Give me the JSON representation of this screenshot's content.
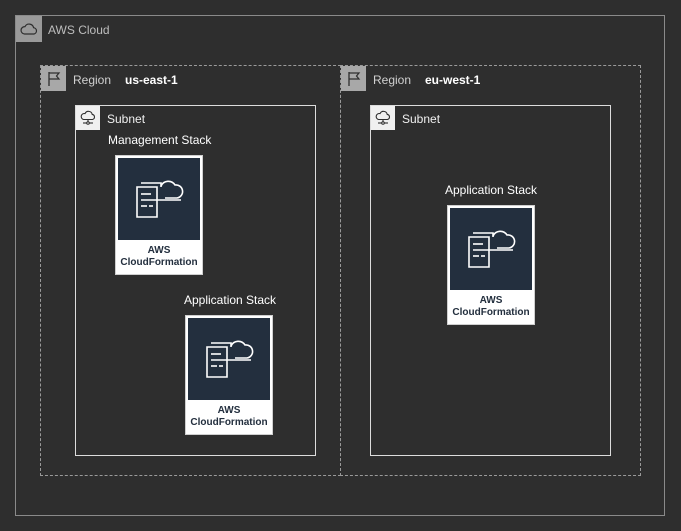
{
  "cloud": {
    "label": "AWS Cloud",
    "icon": "cloud-icon"
  },
  "regions": [
    {
      "label": "Region",
      "name": "us-east-1",
      "icon": "flag-icon",
      "subnet": {
        "label": "Subnet",
        "icon": "subnet-icon",
        "stacks": [
          {
            "label": "Management Stack",
            "service_line1": "AWS",
            "service_line2": "CloudFormation",
            "icon": "cloudformation-icon"
          },
          {
            "label": "Application Stack",
            "service_line1": "AWS",
            "service_line2": "CloudFormation",
            "icon": "cloudformation-icon"
          }
        ]
      }
    },
    {
      "label": "Region",
      "name": "eu-west-1",
      "icon": "flag-icon",
      "subnet": {
        "label": "Subnet",
        "icon": "subnet-icon",
        "stacks": [
          {
            "label": "Application Stack",
            "service_line1": "AWS",
            "service_line2": "CloudFormation",
            "icon": "cloudformation-icon"
          }
        ]
      }
    }
  ],
  "colors": {
    "background": "#2e2e2e",
    "service_tile": "#232f3e",
    "group_border": "#8a8a8a"
  }
}
